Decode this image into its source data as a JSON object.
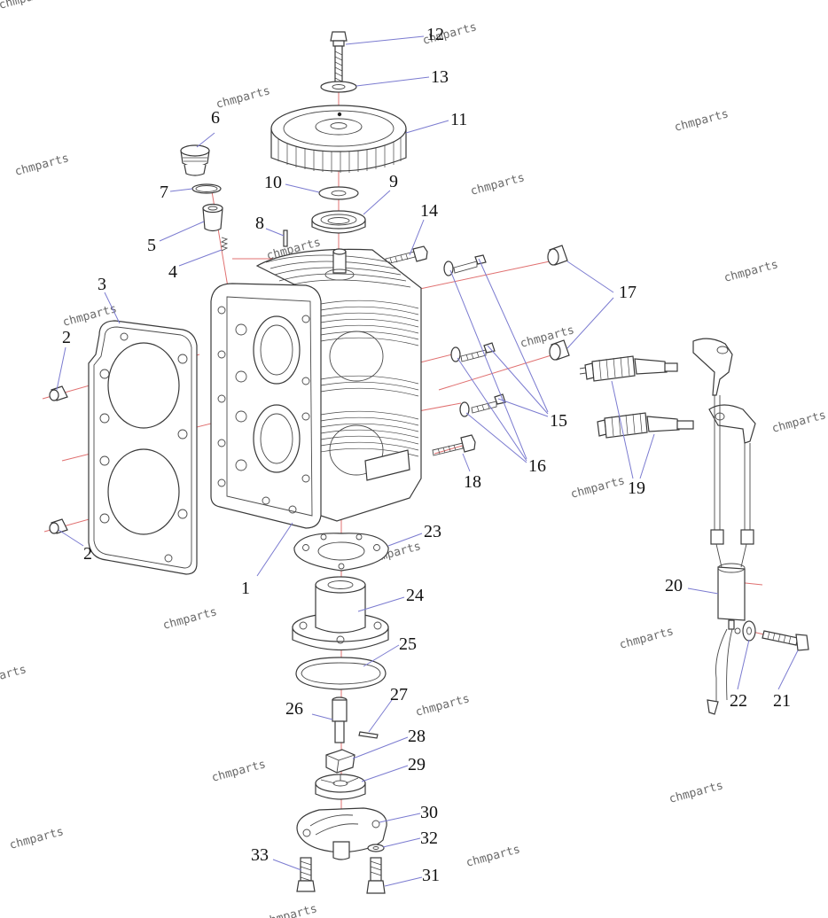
{
  "watermark": "chmparts",
  "colors": {
    "axis": "#e07070",
    "leader": "#7b7bd0",
    "line": "#3a3a3a"
  },
  "callouts": {
    "c1": "1",
    "c2a": "2",
    "c2b": "2",
    "c3": "3",
    "c4": "4",
    "c5": "5",
    "c6": "6",
    "c7": "7",
    "c8": "8",
    "c9": "9",
    "c10": "10",
    "c11": "11",
    "c12": "12",
    "c13": "13",
    "c14": "14",
    "c15": "15",
    "c16": "16",
    "c17": "17",
    "c18": "18",
    "c19": "19",
    "c20": "20",
    "c21": "21",
    "c22": "22",
    "c23": "23",
    "c24": "24",
    "c25": "25",
    "c26": "26",
    "c27": "27",
    "c28": "28",
    "c29": "29",
    "c30": "30",
    "c31": "31",
    "c32": "32",
    "c33": "33"
  }
}
